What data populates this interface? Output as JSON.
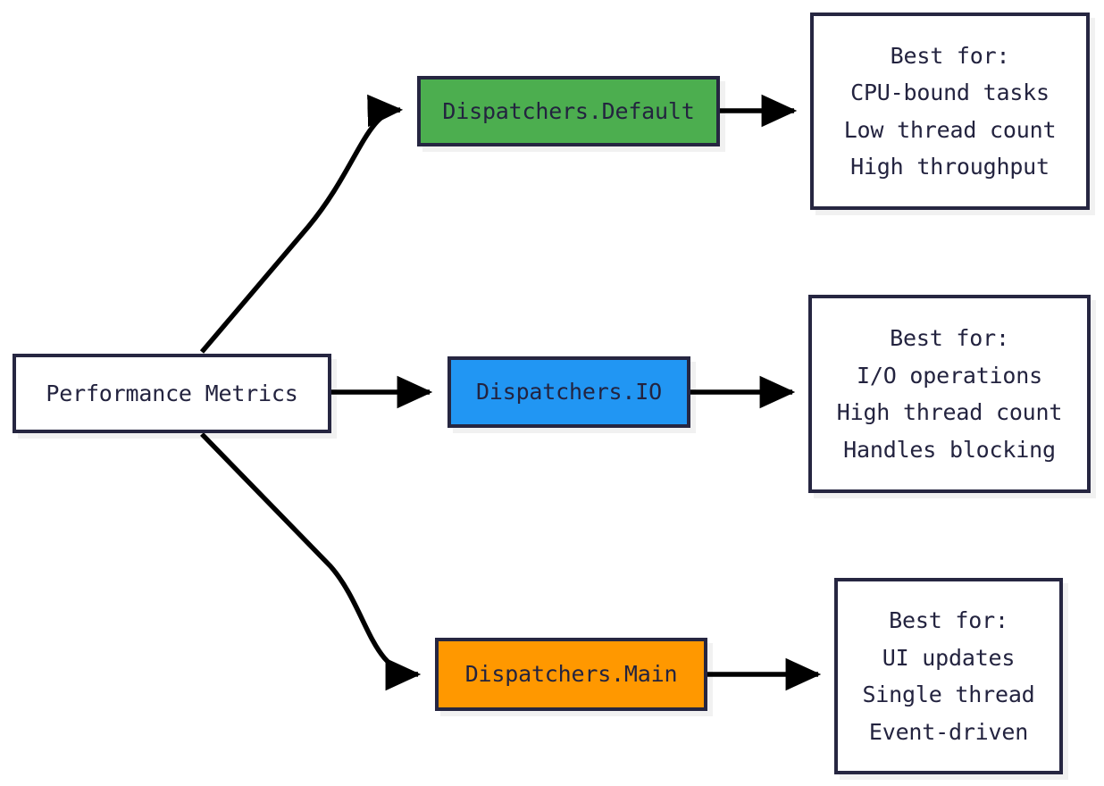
{
  "diagram": {
    "title": "Performance Metrics dispatcher comparison flowchart",
    "type": "flowchart",
    "direction": "left-to-right",
    "background_color": "#ffffff",
    "border_color": "#262641",
    "text_color": "#23233f",
    "edge_color": "#000000"
  },
  "root": {
    "id": "performance-metrics",
    "label": "Performance Metrics",
    "fill": "#ffffff"
  },
  "branches": [
    {
      "id": "dispatchers-default",
      "label": "Dispatchers.Default",
      "fill": "#4CAE4F",
      "detail_id": "detail-default",
      "detail_heading": "Best for:",
      "detail_lines": [
        "CPU-bound tasks",
        "Low thread count",
        "High throughput"
      ],
      "detail_text": "Best for:\nCPU-bound tasks\nLow thread count\nHigh throughput",
      "detail_fill": "#ffffff"
    },
    {
      "id": "dispatchers-io",
      "label": "Dispatchers.IO",
      "fill": "#2196F3",
      "detail_id": "detail-io",
      "detail_heading": "Best for:",
      "detail_lines": [
        "I/O operations",
        "High thread count",
        "Handles blocking"
      ],
      "detail_text": "Best for:\nI/O operations\nHigh thread count\nHandles blocking",
      "detail_fill": "#ffffff"
    },
    {
      "id": "dispatchers-main",
      "label": "Dispatchers.Main",
      "fill": "#FF9800",
      "detail_id": "detail-main",
      "detail_heading": "Best for:",
      "detail_lines": [
        "UI updates",
        "Single thread",
        "Event-driven"
      ],
      "detail_text": "Best for:\nUI updates\nSingle thread\nEvent-driven",
      "detail_fill": "#ffffff"
    }
  ],
  "edges": [
    {
      "id": "edge-root-default",
      "from": "performance-metrics",
      "to": "dispatchers-default",
      "style": "curved",
      "arrow": "triangle"
    },
    {
      "id": "edge-root-io",
      "from": "performance-metrics",
      "to": "dispatchers-io",
      "style": "straight",
      "arrow": "triangle"
    },
    {
      "id": "edge-root-main",
      "from": "performance-metrics",
      "to": "dispatchers-main",
      "style": "curved",
      "arrow": "triangle"
    },
    {
      "id": "edge-default-detail",
      "from": "dispatchers-default",
      "to": "detail-default",
      "style": "straight",
      "arrow": "triangle"
    },
    {
      "id": "edge-io-detail",
      "from": "dispatchers-io",
      "to": "detail-io",
      "style": "straight",
      "arrow": "triangle"
    },
    {
      "id": "edge-main-detail",
      "from": "dispatchers-main",
      "to": "detail-main",
      "style": "straight",
      "arrow": "triangle"
    }
  ]
}
